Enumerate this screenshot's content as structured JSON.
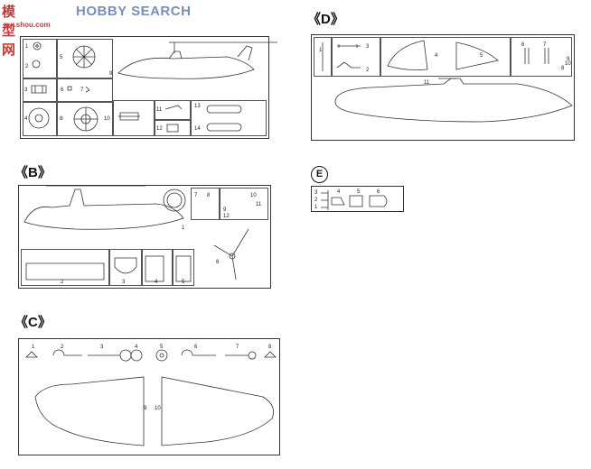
{
  "watermark": {
    "cn": "模型网",
    "en": "HOBBY SEARCH",
    "url": "mx.shou.com",
    "colors": {
      "cn": "#c23a3a",
      "en": "#7a8fb8"
    }
  },
  "sheet_a": {
    "nums": [
      "1",
      "2",
      "3",
      "4",
      "5",
      "6",
      "7",
      "8",
      "9",
      "10",
      "11",
      "12",
      "13",
      "14"
    ]
  },
  "sheet_b": {
    "label": "《B》",
    "nums": [
      "1",
      "2",
      "3",
      "4",
      "5",
      "6",
      "7",
      "8",
      "9",
      "10",
      "11",
      "12"
    ]
  },
  "sheet_c": {
    "label": "《C》",
    "nums": [
      "1",
      "2",
      "3",
      "4",
      "5",
      "6",
      "7",
      "8",
      "9",
      "10"
    ]
  },
  "sheet_d": {
    "label": "《D》",
    "nums": [
      "1",
      "2",
      "3",
      "4",
      "5",
      "6",
      "7",
      "8",
      "9",
      "10",
      "11"
    ]
  },
  "sheet_e": {
    "label": "E",
    "nums": [
      "1",
      "2",
      "3",
      "4",
      "5",
      "6"
    ]
  }
}
